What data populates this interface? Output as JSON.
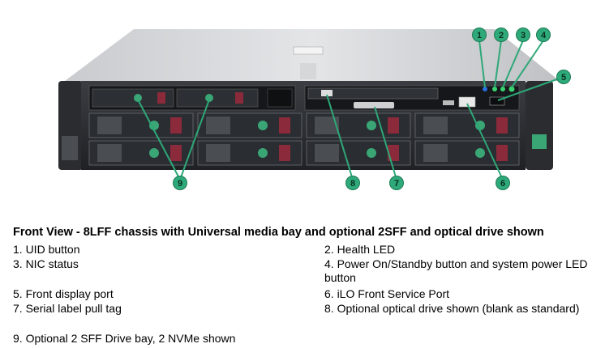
{
  "callout_numbers": [
    "1",
    "2",
    "3",
    "4",
    "5",
    "6",
    "7",
    "8",
    "9"
  ],
  "colors": {
    "callout": "#2eaa7a",
    "callout_text": "#0b2f20",
    "leader": "#2ea878",
    "chassis": "#22252a"
  },
  "caption": {
    "title": "Front View - 8LFF chassis with Universal media bay and optional 2SFF and optical drive shown",
    "items": [
      "1. UID button",
      "2. Health LED",
      "3. NIC status",
      "4. Power On/Standby button and system power LED button",
      "5. Front display port",
      "6. iLO Front Service Port",
      "7. Serial label pull tag",
      "8. Optional optical drive shown (blank as standard)",
      "9. Optional 2 SFF Drive bay, 2 NVMe shown"
    ]
  }
}
